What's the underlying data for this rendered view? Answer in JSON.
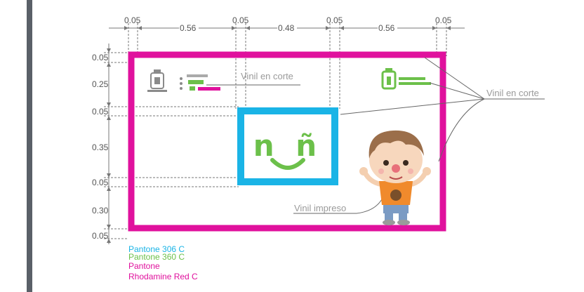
{
  "dimensions": {
    "horizontal": [
      "0.05",
      "0.56",
      "0.05",
      "0.48",
      "0.05",
      "0.56",
      "0.05"
    ],
    "vertical": [
      "0.05",
      "0.25",
      "0.05",
      "0.35",
      "0.05",
      "0.30",
      "0.05"
    ]
  },
  "annotations": {
    "vinil_corte_inner": "Vinil en corte",
    "vinil_corte_outer": "Vinil en corte",
    "vinil_impreso": "Vinil impreso"
  },
  "sign": {
    "center_text": "n ñ"
  },
  "legend": [
    {
      "text": "Pantone 306 C",
      "color": "#1ab4e6"
    },
    {
      "text": "Pantone 360 C",
      "color": "#6cc04a"
    },
    {
      "text": "Pantone",
      "color": "#e0119d"
    },
    {
      "text": "Rhodamine Red C",
      "color": "#e0119d"
    }
  ],
  "colors": {
    "frame": "#e0119d",
    "inner_frame": "#1ab4e6",
    "green": "#6cc04a",
    "sidebar": "#5a6068"
  },
  "icons": [
    "crest-logo-gray",
    "crest-logo-green",
    "child-character-illustration"
  ]
}
